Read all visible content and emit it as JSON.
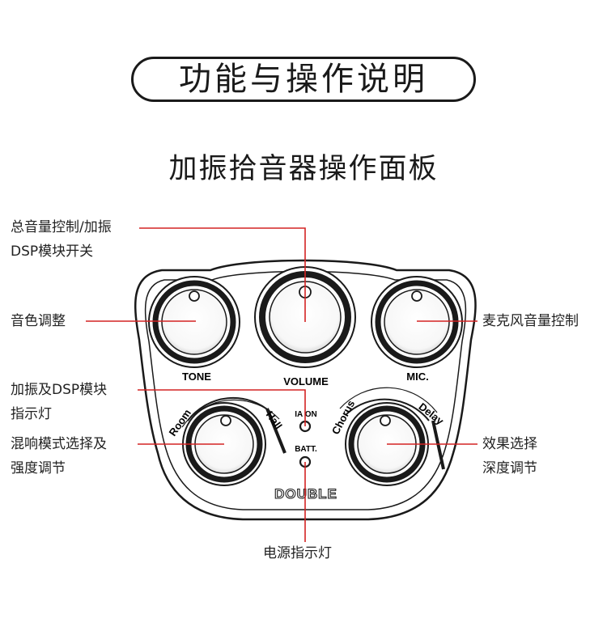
{
  "header": {
    "title": "功能与操作说明",
    "subtitle": "加振拾音器操作面板"
  },
  "panel": {
    "knob_labels": {
      "tone": "TONE",
      "volume": "VOLUME",
      "mic": "MIC.",
      "room": "Room",
      "hall": "Hall",
      "chorus": "Chorus",
      "delay": "Delay"
    },
    "indicator_labels": {
      "ia_on": "IA ON",
      "batt": "BATT."
    },
    "brand": "DOUBLE"
  },
  "callouts": {
    "volume": [
      "总音量控制/加振",
      "DSP模块开关"
    ],
    "tone": [
      "音色调整"
    ],
    "mic": [
      "麦克风音量控制"
    ],
    "led": [
      "加振及DSP模块",
      "指示灯"
    ],
    "reverb": [
      "混响模式选择及",
      "强度调节"
    ],
    "effect": [
      "效果选择",
      "深度调节"
    ],
    "power": [
      "电源指示灯"
    ]
  },
  "colors": {
    "leader_line": "#d42323",
    "outline": "#1a1a1a"
  }
}
